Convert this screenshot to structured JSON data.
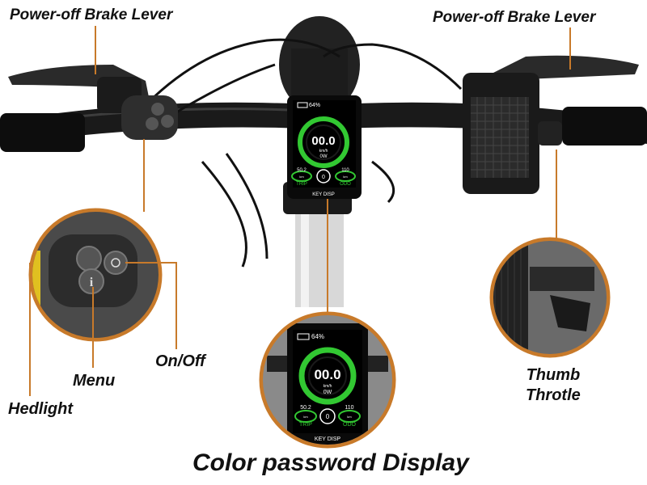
{
  "labels": {
    "brake_left": "Power-off Brake Lever",
    "brake_right": "Power-off Brake Lever",
    "on_off": "On/Off",
    "menu": "Menu",
    "headlight": "Hedlight",
    "thumb_line1": "Thumb",
    "thumb_line2": "Throtle",
    "caption": "Color password Display"
  },
  "display": {
    "battery": "64%",
    "speed": "00.0",
    "speed_unit": "km/h",
    "power": "0W",
    "trip_value": "50.2",
    "trip_label": "TRIP",
    "odo_value": "110",
    "odo_label": "ODO",
    "unit_small": "km",
    "assist_level": "0",
    "brand": "KEY DISP"
  },
  "colors": {
    "callout_orange": "#c87a2a",
    "display_green": "#32c832",
    "background": "#ffffff"
  }
}
